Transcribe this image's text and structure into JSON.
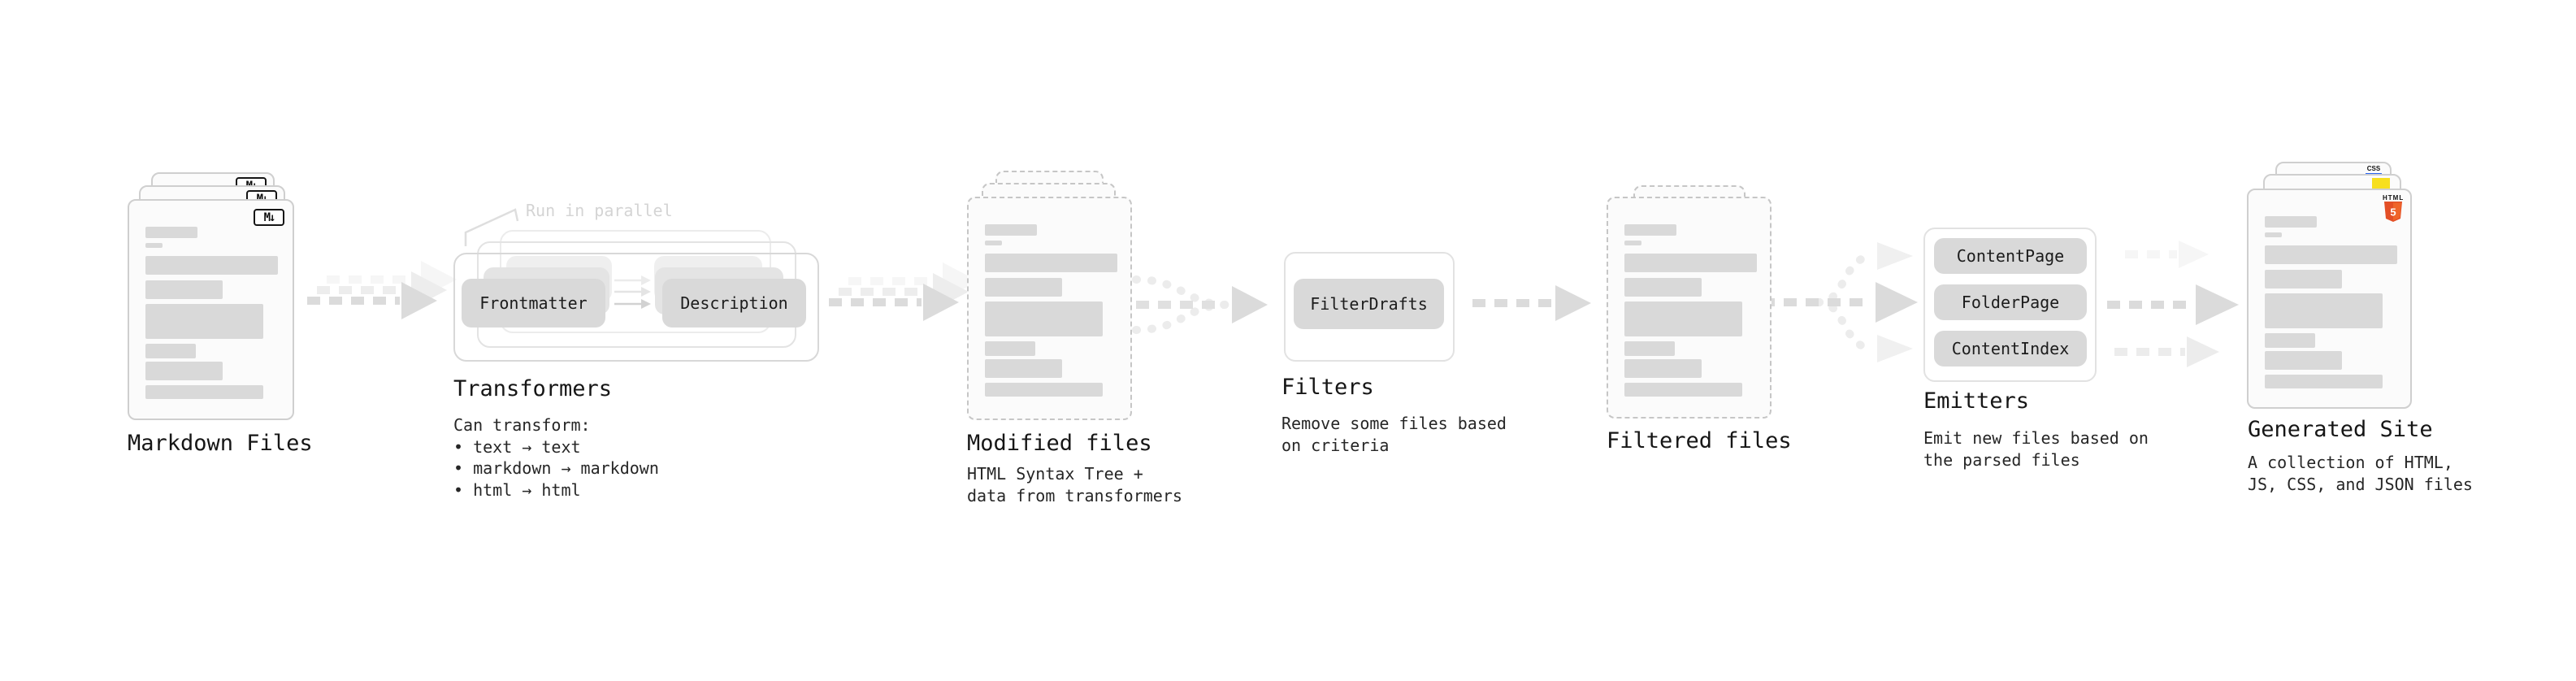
{
  "page": {
    "background": "#ffffff"
  },
  "stages": {
    "markdown_files": {
      "label": "Markdown Files",
      "badge": "M↓"
    },
    "transformers": {
      "label": "Transformers",
      "note": "Run in parallel",
      "pill_left": "Frontmatter",
      "pill_right": "Description",
      "details": "Can transform:\n • text → text\n • markdown → markdown\n • html → html"
    },
    "modified_files": {
      "label": "Modified files",
      "details": "HTML Syntax Tree +\ndata from transformers"
    },
    "filters": {
      "label": "Filters",
      "pill": "FilterDrafts",
      "details": "Remove some files based\non criteria"
    },
    "filtered_files": {
      "label": "Filtered files"
    },
    "emitters": {
      "label": "Emitters",
      "pills": [
        "ContentPage",
        "FolderPage",
        "ContentIndex"
      ],
      "details": "Emit new files based on\nthe parsed files"
    },
    "generated_site": {
      "label": "Generated Site",
      "details": "A collection of HTML,\nJS, CSS, and JSON files",
      "badges": {
        "html_label": "HTML",
        "html5_number": "5",
        "css_label": "CSS"
      }
    }
  },
  "colors": {
    "html5_orange": "#e34f26",
    "html5_orange_light": "#ef652a",
    "js_yellow": "#f7df1e",
    "css_blue": "#2965f1",
    "skeleton_gray": "#d9d9d9",
    "arrow_gray": "#dbdbdb"
  }
}
